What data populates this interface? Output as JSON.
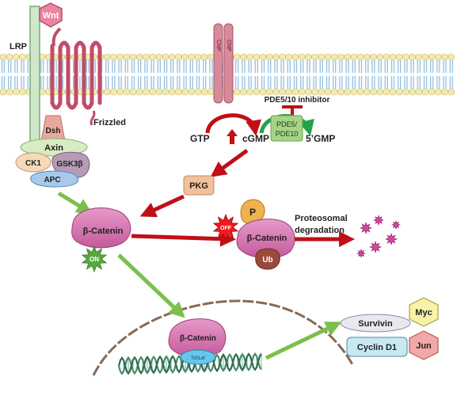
{
  "labels": {
    "wnt": "Wnt",
    "lrp": "LRP",
    "dsh": "Dsh",
    "frizzled": "Frizzled",
    "axin": "Axin",
    "ck1": "CK1",
    "gsk3b": "GSK3β",
    "apc": "APC",
    "cnp": "CNP",
    "pde_inhibitor": "PDE5/10 inhibitor",
    "pde_line1": "PDE5/",
    "pde_line2": "PDE10",
    "gtp": "GTP",
    "cgmp": "cGMP",
    "five_gmp": "5’GMP",
    "pkg": "PKG",
    "beta_catenin": "β-Catenin",
    "on": "ON",
    "off": "OFF",
    "p": "P",
    "ub": "Ub",
    "proteosomal_line1": "Proteosomal",
    "proteosomal_line2": "degradation",
    "tcf_lef": "Tcf/Lef",
    "survivin": "Survivin",
    "cyclin_d1": "Cyclin D1",
    "myc": "Myc",
    "jun": "Jun"
  },
  "colors": {
    "membrane_head": "#f3eab0",
    "membrane_tail": "#9cc3e0",
    "lrp": "#cfe8c8",
    "wnt": "#e8879f",
    "frizzled": "#c04d6a",
    "catenin": "#d873b0",
    "axin": "#d7ecc0",
    "ck1": "#f6d9b8",
    "gsk3b": "#b59bb6",
    "apc": "#a6c9ec",
    "pkg": "#f2c09a",
    "pde": "#a5d489",
    "green_arrow": "#7cbf4c",
    "red_arrow": "#c20e16",
    "off_star": "#ee1c24",
    "on_star": "#5aa83f",
    "p_blob": "#f0b24c",
    "ub_blob": "#9b4a3a",
    "tcf": "#67c6ec",
    "survivin": "#e8e8f0",
    "cyclin": "#c9e9f2",
    "myc": "#f8f2a8",
    "jun": "#f3a8a8",
    "fragment": "#d4479e"
  }
}
